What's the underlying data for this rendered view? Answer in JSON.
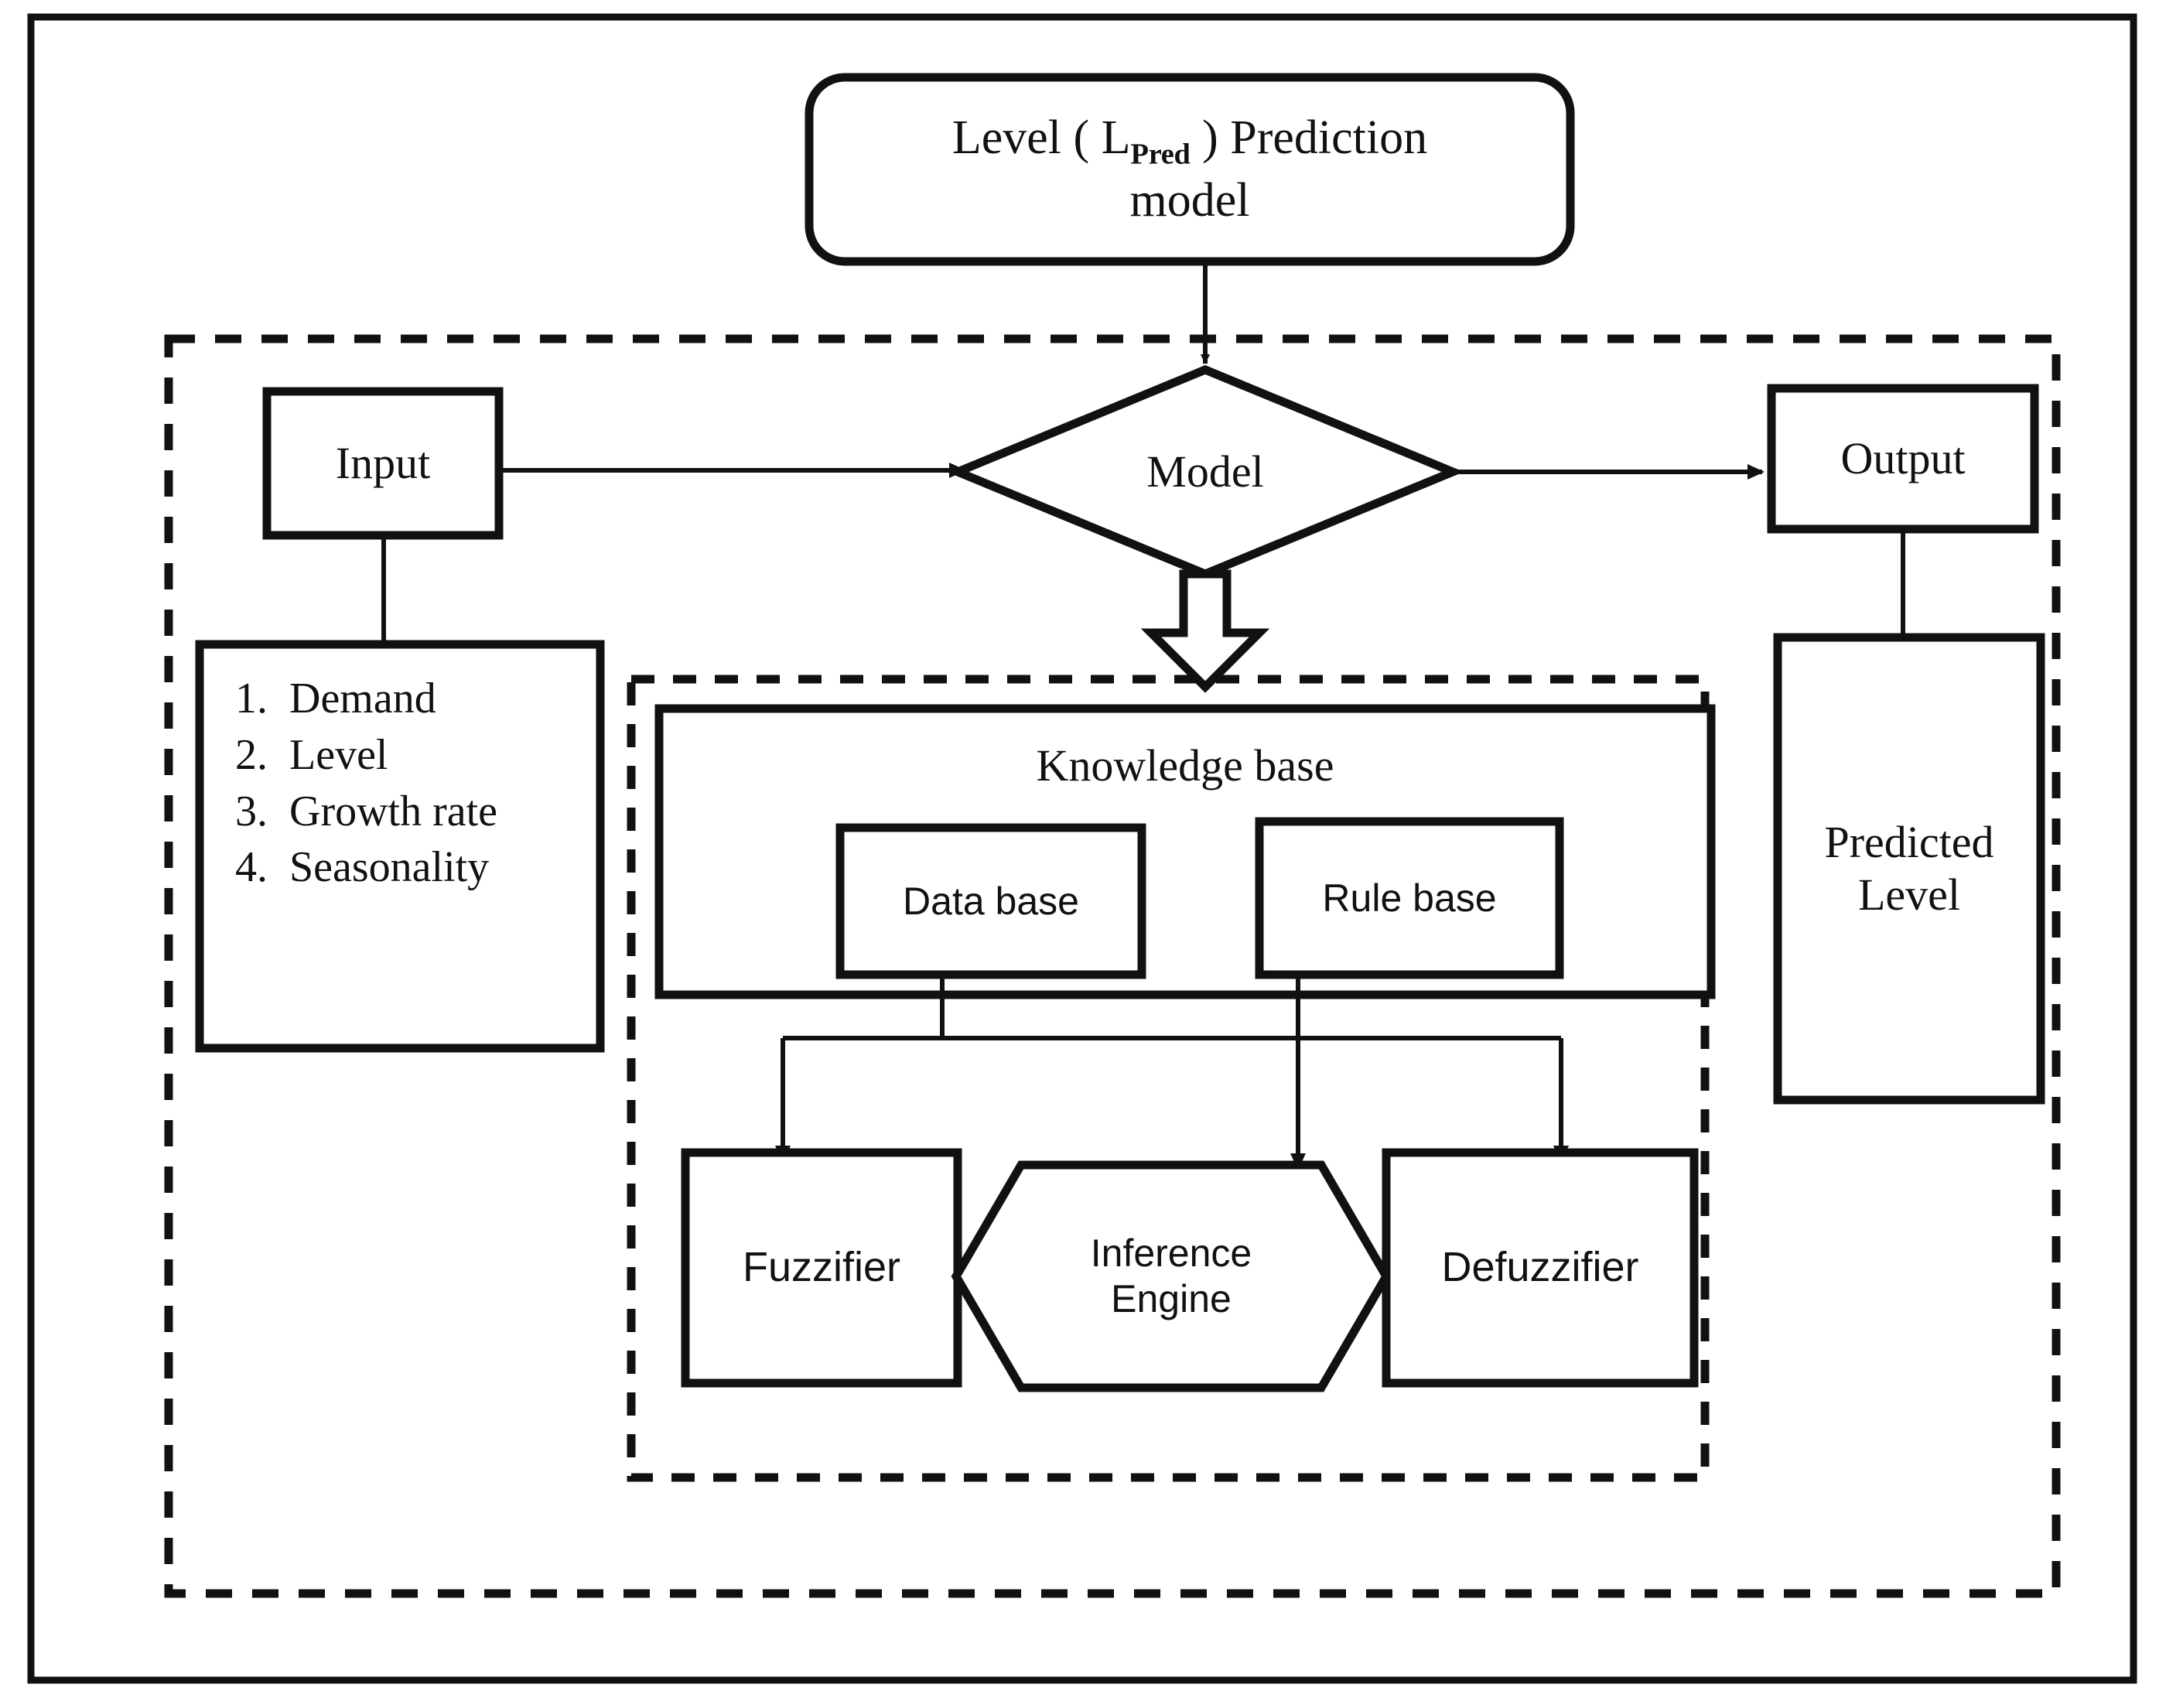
{
  "diagram": {
    "top_box": {
      "prefix": "Level ( L",
      "subscript": "Pred",
      "suffix": " ) Prediction",
      "line2": "model"
    },
    "input_box": {
      "label": "Input"
    },
    "input_list": {
      "items": [
        "1.  Demand",
        "2.  Level",
        "3.  Growth rate",
        "4.  Seasonality"
      ]
    },
    "model_node": {
      "label": "Model"
    },
    "output_box": {
      "label": "Output"
    },
    "predicted_box": {
      "label": "Predicted\nLevel"
    },
    "knowledge_base": {
      "title": "Knowledge base",
      "data_base": {
        "label": "Data base"
      },
      "rule_base": {
        "label": "Rule base"
      }
    },
    "fuzzifier": {
      "label": "Fuzzifier"
    },
    "inference_engine": {
      "label": "Inference\nEngine"
    },
    "defuzzifier": {
      "label": "Defuzzifier"
    },
    "colors": {
      "stroke": "#111111",
      "background": "#ffffff"
    }
  }
}
